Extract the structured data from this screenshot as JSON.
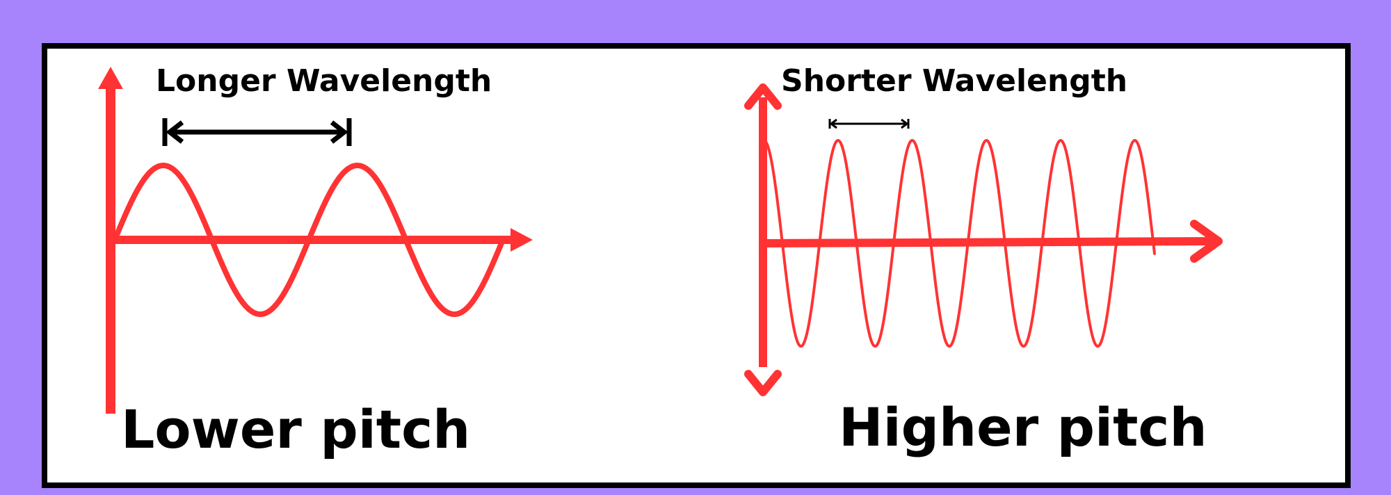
{
  "colors": {
    "background": "#a884fc",
    "panel": "#ffffff",
    "border": "#000000",
    "wave": "#ff3333",
    "text": "#000000"
  },
  "left_diagram": {
    "wavelength_label": "Longer Wavelength",
    "pitch_label": "Lower pitch",
    "cycles_shown": 2
  },
  "right_diagram": {
    "wavelength_label": "Shorter Wavelength",
    "pitch_label": "Higher pitch",
    "cycles_shown": 5.25
  }
}
